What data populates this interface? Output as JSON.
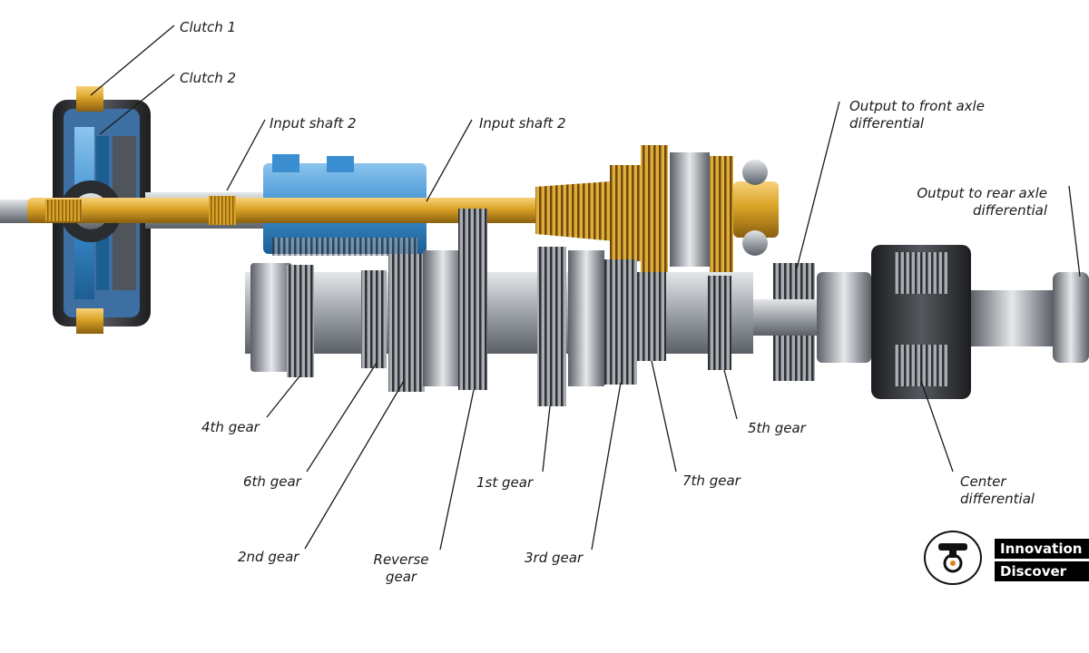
{
  "labels": {
    "clutch1": "Clutch 1",
    "clutch2": "Clutch 2",
    "input_shaft_left": "Input shaft 2",
    "input_shaft_right": "Input shaft 2",
    "output_front": [
      "Output to front axle",
      "differential"
    ],
    "output_rear": [
      "Output to rear axle",
      "differential"
    ],
    "gear4": "4th gear",
    "gear6": "6th gear",
    "gear2": "2nd gear",
    "reverse": [
      "Reverse",
      "gear"
    ],
    "gear1": "1st gear",
    "gear3": "3rd gear",
    "gear7": "7th gear",
    "gear5": "5th gear",
    "center_diff": [
      "Center",
      "differential"
    ]
  },
  "logo": {
    "line1": "Innovation",
    "line2": "Discover"
  },
  "colors": {
    "shaft_gold": "#d9a326",
    "shaft_blue": "#3b8fd0",
    "steel": "#a9adb2",
    "dark": "#2a2c30",
    "leader": "#1a1a1a"
  }
}
